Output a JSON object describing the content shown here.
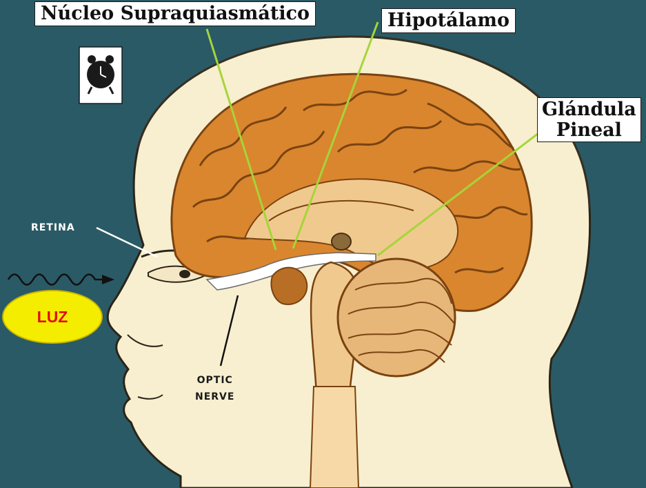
{
  "labels": {
    "scn": "Núcleo Supraquiasmático",
    "hypothalamus": "Hipotálamo",
    "pineal_line1": "Glándula",
    "pineal_line2": "Pineal",
    "retina": "RETINA",
    "optic_line1": "OPTIC",
    "optic_line2": "NERVE",
    "light": "LUZ"
  },
  "colors": {
    "background": "#2a5a66",
    "head": "#f7efcf",
    "brain": "#d9862e",
    "brain_outline": "#7a4210",
    "pointer_lines": "#a6d43a",
    "light_ellipse": "#f5ed00",
    "light_text": "#e01010"
  },
  "icons": {
    "clock": "alarm-clock-icon",
    "light_wave": "wavy-arrow-icon"
  }
}
